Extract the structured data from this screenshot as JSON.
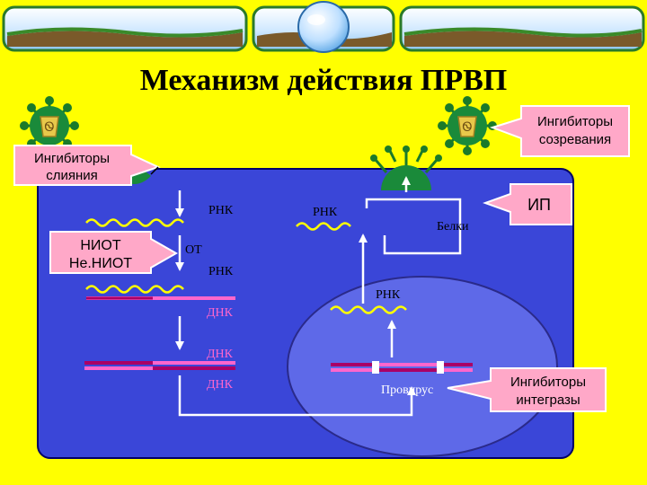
{
  "title": "Механизм действия ПРВП",
  "labels": {
    "fusion_inhibitors": [
      "Ингибиторы",
      "слияния"
    ],
    "maturation_inhibitors": [
      "Ингибиторы",
      "созревания"
    ],
    "integrase_inhibitors": [
      "Ингибиторы",
      "интегразы"
    ],
    "nrti": [
      "НИОТ",
      "Не.НИОТ"
    ],
    "protease_inhibitor": "ИП"
  },
  "text": {
    "rna_1": "РНК",
    "rna_2": "РНК",
    "rna_3": "РНК",
    "rna_4": "РНК",
    "rt": "ОТ",
    "dna_1": "ДНК",
    "dna_2": "ДНК",
    "dna_3": "ДНК",
    "proteins": "Белки",
    "provirus": "Провирус"
  },
  "colors": {
    "background": "#ffff00",
    "cell": "#3a46d8",
    "nucleus": "#5e69e8",
    "callout": "#ffa8c8",
    "rna": "#ffff00",
    "dna_top": "#ff66cc",
    "dna_bottom": "#aa0066"
  }
}
